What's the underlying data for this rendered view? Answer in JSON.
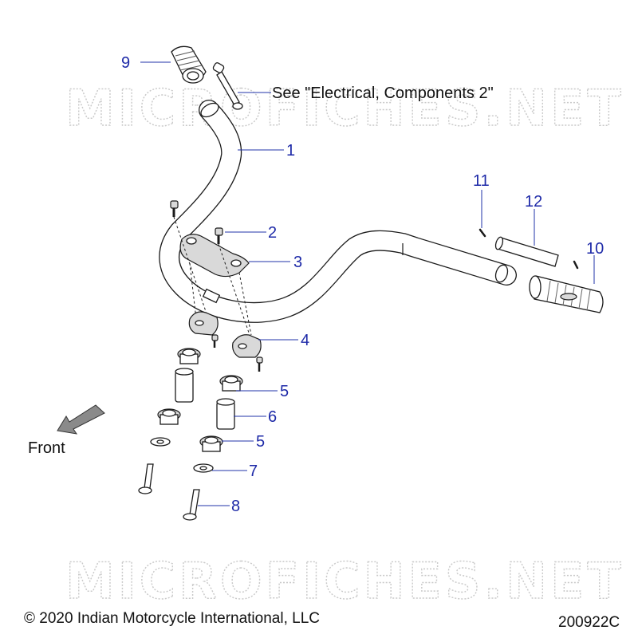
{
  "watermark": "MICROFICHES.NET",
  "callouts": {
    "c1": "1",
    "c2": "2",
    "c3": "3",
    "c4": "4",
    "c5a": "5",
    "c5b": "5",
    "c6": "6",
    "c7": "7",
    "c8": "8",
    "c9": "9",
    "c10": "10",
    "c11": "11",
    "c12": "12"
  },
  "notes": {
    "see_electrical": "See \"Electrical, Components 2\"",
    "front": "Front"
  },
  "footer": {
    "copyright": "© 2020 Indian Motorcycle International, LLC",
    "code": "200922C"
  },
  "colors": {
    "callout": "#1e2aa8",
    "line": "#1a1a1a",
    "watermark": "#c9c9c9"
  },
  "icons": {
    "front_arrow": "front-direction-arrow-icon"
  }
}
